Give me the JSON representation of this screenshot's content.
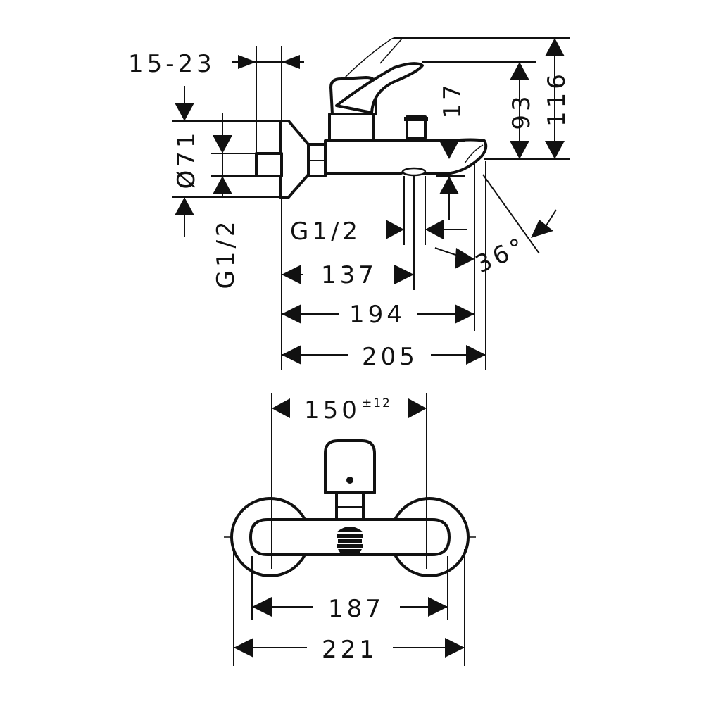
{
  "side_view": {
    "dim_wall_offset": "15-23",
    "dim_diameter": "Ø71",
    "dim_thread_left": "G1/2",
    "dim_thread_outlet": "G1/2",
    "dim_spout_height": "17",
    "dim_handle_height": "93",
    "dim_total_height": "116",
    "dim_outlet_distance": "137",
    "dim_spout_reach": "194",
    "dim_total_depth": "205",
    "dim_angle": "36°"
  },
  "front_view": {
    "dim_centers": "150",
    "dim_centers_tolerance": "±12",
    "dim_inner_width": "187",
    "dim_total_width": "221"
  }
}
